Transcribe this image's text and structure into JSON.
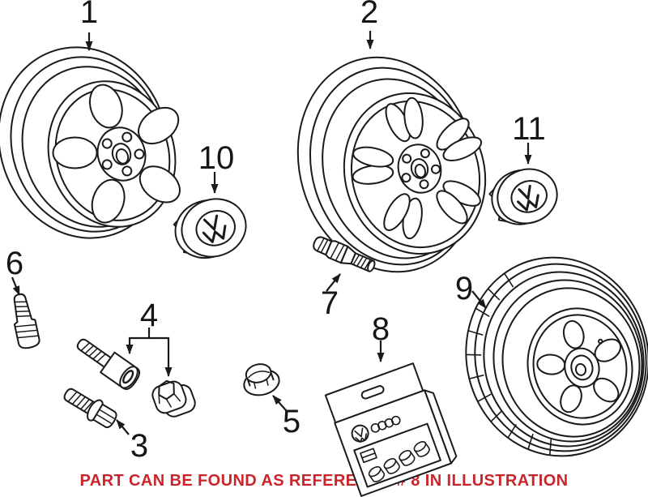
{
  "illustration": {
    "background_color": "#ffffff",
    "line_color": "#1a1a1a",
    "caption": {
      "text": "PART CAN BE FOUND AS REFERENCE # 8 IN ILLUSTRATION",
      "color": "#c9262c"
    },
    "callouts": {
      "p1": {
        "label": "1",
        "part": "alloy-wheel-5-spoke"
      },
      "p2": {
        "label": "2",
        "part": "alloy-wheel-5-double-spoke"
      },
      "p3": {
        "label": "3",
        "part": "wheel-lug-bolt-hex"
      },
      "p4": {
        "label": "4",
        "part": "wheel-lug-bolt-socket-and-cover"
      },
      "p5": {
        "label": "5",
        "part": "wheel-lug-nut"
      },
      "p6": {
        "label": "6",
        "part": "wheel-stud"
      },
      "p7": {
        "label": "7",
        "part": "tire-valve-stem"
      },
      "p8": {
        "label": "8",
        "part": "bolt-cover-kit-package"
      },
      "p9": {
        "label": "9",
        "part": "wheel-and-tire-assembly"
      },
      "p10": {
        "label": "10",
        "part": "wheel-center-cap-vw"
      },
      "p11": {
        "label": "11",
        "part": "wheel-center-cap-vw"
      }
    }
  }
}
